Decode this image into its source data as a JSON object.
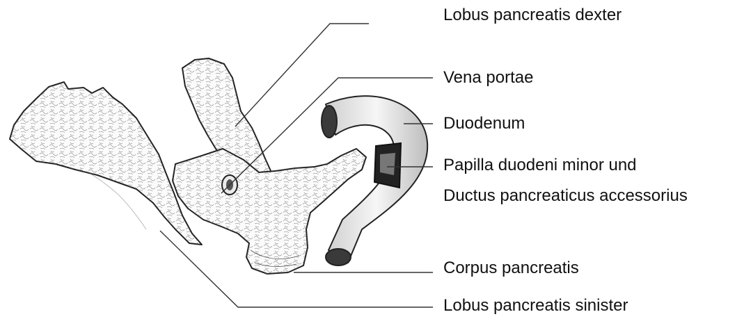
{
  "figure": {
    "labels": {
      "lobus_dexter": "Lobus pancreatis dexter",
      "vena_portae": "Vena portae",
      "duodenum": "Duodenum",
      "papilla_line1": "Papilla duodeni minor und",
      "papilla_line2": "Ductus pancreaticus accessorius",
      "corpus": "Corpus pancreatis",
      "lobus_sinister": "Lobus pancreatis sinister"
    }
  }
}
